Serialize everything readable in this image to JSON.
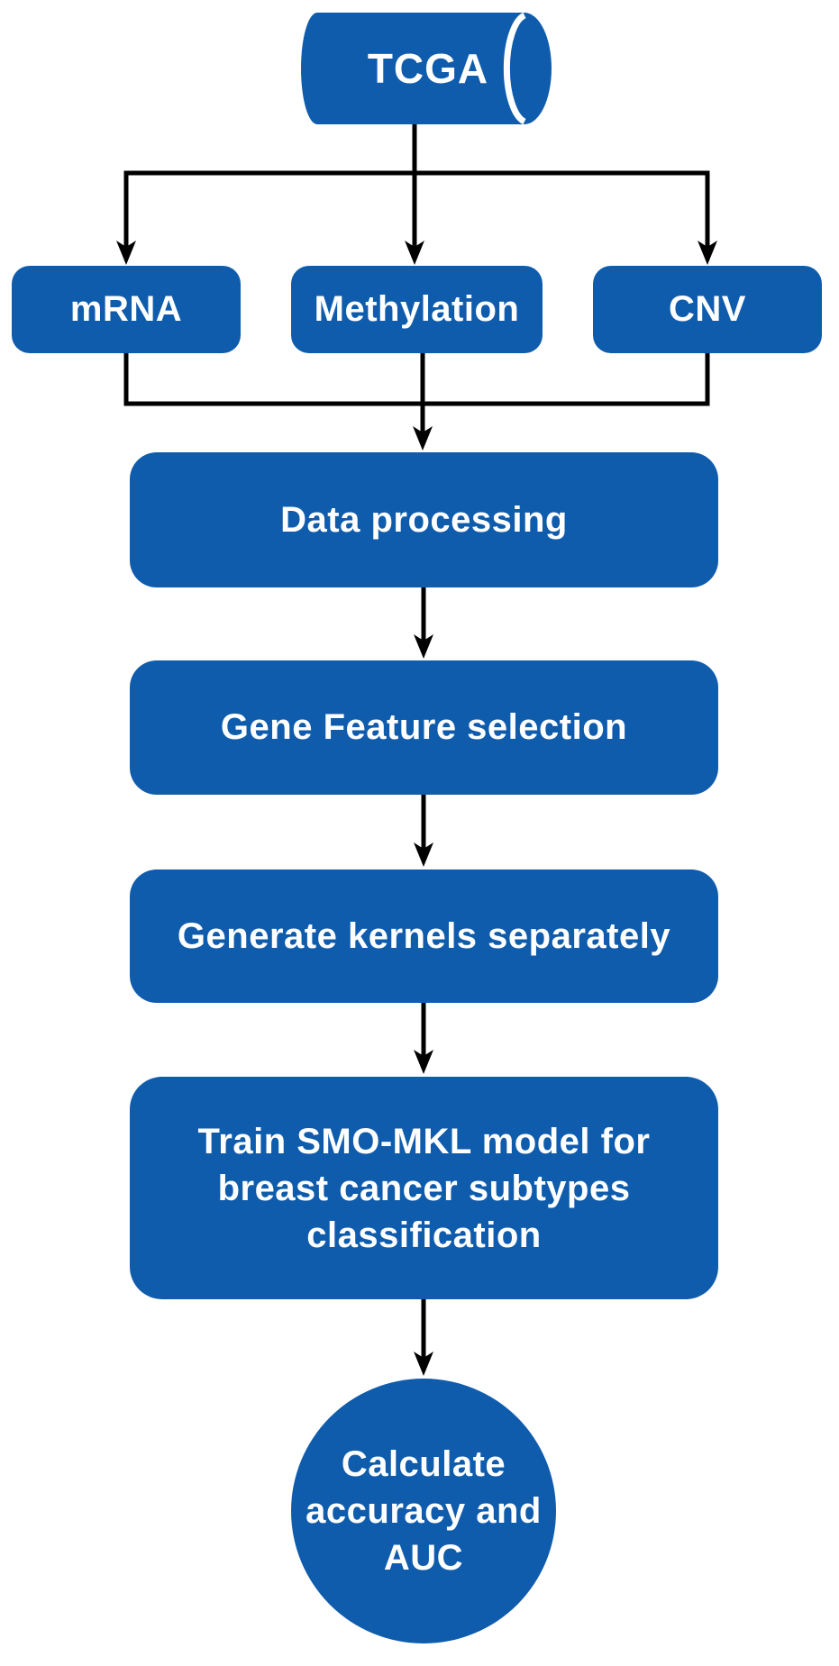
{
  "colors": {
    "node_fill": "#0F5CAD",
    "node_text": "#FFFFFF",
    "connector": "#000000",
    "background": "#FFFFFF"
  },
  "nodes": {
    "source": {
      "label": "TCGA",
      "shape": "cylinder"
    },
    "mrna": {
      "label": "mRNA"
    },
    "methylation": {
      "label": "Methylation"
    },
    "cnv": {
      "label": "CNV"
    },
    "data_processing": {
      "label": "Data processing"
    },
    "gene_feature_selection": {
      "label": "Gene Feature selection"
    },
    "generate_kernels": {
      "label": "Generate kernels separately"
    },
    "train_model": {
      "lines": [
        "Train SMO-MKL model for",
        "breast cancer subtypes",
        "classification"
      ]
    },
    "evaluate": {
      "lines": [
        "Calculate",
        "accuracy and",
        "AUC"
      ]
    }
  },
  "edges": [
    {
      "from": "TCGA",
      "to": "mRNA"
    },
    {
      "from": "TCGA",
      "to": "Methylation"
    },
    {
      "from": "TCGA",
      "to": "CNV"
    },
    {
      "from": "mRNA",
      "to": "Data processing"
    },
    {
      "from": "Methylation",
      "to": "Data processing"
    },
    {
      "from": "CNV",
      "to": "Data processing"
    },
    {
      "from": "Data processing",
      "to": "Gene Feature selection"
    },
    {
      "from": "Gene Feature selection",
      "to": "Generate kernels separately"
    },
    {
      "from": "Generate kernels separately",
      "to": "Train SMO-MKL model for breast cancer subtypes classification"
    },
    {
      "from": "Train SMO-MKL model for breast cancer subtypes classification",
      "to": "Calculate accuracy and AUC"
    }
  ]
}
